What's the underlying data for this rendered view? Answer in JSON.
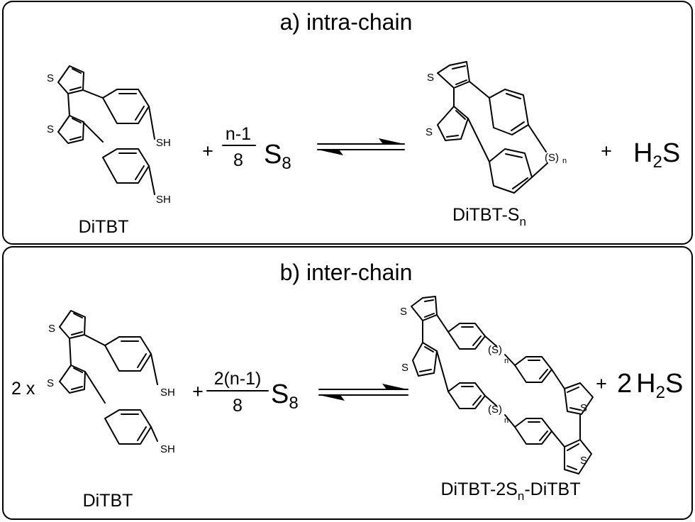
{
  "panel_a": {
    "title": "a) intra-chain",
    "reactant_label": "DiTBT",
    "plus_1": "+",
    "coef_numerator": "n-1",
    "coef_denominator": "8",
    "sulfur": "S",
    "sulfur_sub": "8",
    "product_label": "DiTBT-S",
    "product_label_sub": "n",
    "plus_2": "+",
    "byproduct_h": "H",
    "byproduct_sub": "2",
    "byproduct_s": "S"
  },
  "panel_b": {
    "title": "b) inter-chain",
    "multiplier": "2 x",
    "reactant_label": "DiTBT",
    "plus_1": "+",
    "coef_numerator": "2(n-1)",
    "coef_denominator": "8",
    "sulfur": "S",
    "sulfur_sub": "8",
    "product_label_1": "DiTBT-2S",
    "product_label_sub": "n",
    "product_label_2": "-DiTBT",
    "plus_2": "+",
    "byproduct_coef": "2",
    "byproduct_h": "H",
    "byproduct_sub": "2",
    "byproduct_s": "S"
  },
  "atoms": {
    "thiophene_s": "S",
    "thiol": "SH",
    "bridge": "(S)",
    "bridge_sub": "n"
  }
}
